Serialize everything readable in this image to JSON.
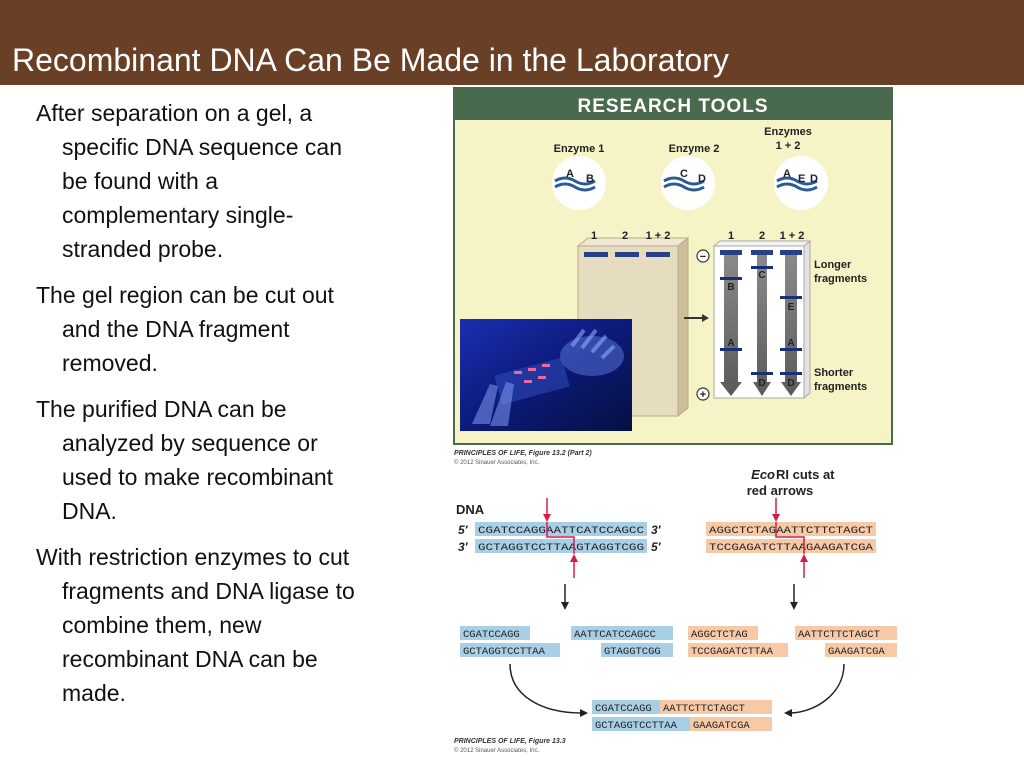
{
  "slide": {
    "title": "Recombinant DNA Can Be Made in the Laboratory",
    "paragraphs": [
      "After separation on a gel, a specific DNA sequence can be found with a complementary single-stranded probe.",
      "The gel region can be cut out and the DNA fragment removed.",
      "The purified DNA can be analyzed by sequence or used to make recombinant DNA.",
      "With restriction enzymes to cut fragments and DNA ligase to combine them, new recombinant DNA can be made."
    ]
  },
  "figure1": {
    "header": "RESEARCH TOOLS",
    "enzyme1": "Enzyme 1",
    "enzyme2": "Enzyme 2",
    "enzymes12_line1": "Enzymes",
    "enzymes12_line2": "1 + 2",
    "site_A": "A",
    "site_B": "B",
    "site_C": "C",
    "site_D": "D",
    "site_E": "E",
    "lane_1": "1",
    "lane_2": "2",
    "lane_12": "1 + 2",
    "minus": "−",
    "plus": "+",
    "longer_line1": "Longer",
    "longer_line2": "fragments",
    "shorter_line1": "Shorter",
    "shorter_line2": "fragments",
    "credit_title": "PRINCIPLES OF LIFE, Figure 13.2 (Part 2)",
    "credit_copy": "© 2012 Sinauer Associates, Inc."
  },
  "figure2": {
    "ecori_prefix": "Eco",
    "ecori_rest": "RI cuts at",
    "ecori_line2": "red arrows",
    "dna_label": "DNA",
    "left_top": "CGATCCAGGAATTCATCCAGCC",
    "left_bottom": "GCTAGGTCCTTAAGTAGGTCGG",
    "right_top": "AGGCTCTAGAATTCTTCTAGCT",
    "right_bottom": "TCCGAGATCTTAAGAAGATCGA",
    "prime5": "5′",
    "prime3": "3′",
    "frag1_top": "CGATCCAGG",
    "frag1_bottom": "GCTAGGTCCTTAA",
    "frag2_top": "AATTCATCCAGCC",
    "frag2_bottom": "GTAGGTCGG",
    "frag3_top": "AGGCTCTAG",
    "frag3_bottom": "TCCGAGATCTTAA",
    "frag4_top": "AATTCTTCTAGCT",
    "frag4_bottom": "GAAGATCGA",
    "rec_top_blue": "CGATCCAGG",
    "rec_top_orange": "AATTCTTCTAGCT",
    "rec_bottom_blue": "GCTAGGTCCTTAA",
    "rec_bottom_orange": "GAAGATCGA",
    "credit_title": "PRINCIPLES OF LIFE, Figure 13.3",
    "credit_copy": "© 2012 Sinauer Associates, Inc."
  },
  "colors": {
    "title_bar": "#693f25",
    "header_green": "#4a6a4d",
    "panel_cream": "#f6f3c6",
    "seq_blue": "#a9cfe6",
    "seq_orange": "#f7c9a6",
    "cut_red": "#d81b4a"
  }
}
